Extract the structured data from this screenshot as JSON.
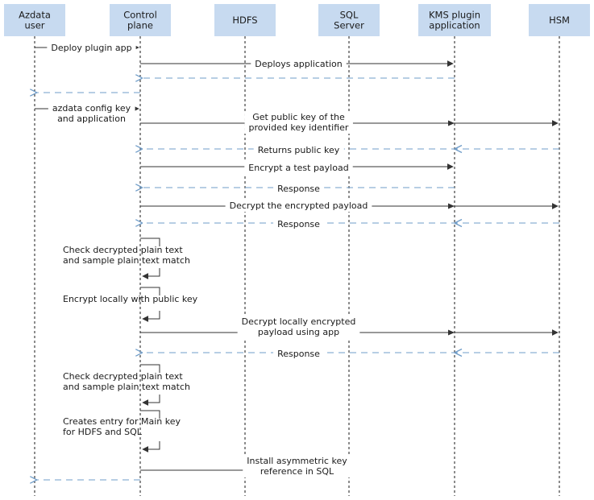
{
  "participants": [
    {
      "id": "user",
      "label": [
        "Azdata",
        "user"
      ]
    },
    {
      "id": "cp",
      "label": [
        "Control",
        "plane"
      ]
    },
    {
      "id": "hdfs",
      "label": [
        "HDFS"
      ]
    },
    {
      "id": "sql",
      "label": [
        "SQL",
        "Server"
      ]
    },
    {
      "id": "kms",
      "label": [
        "KMS plugin",
        "application"
      ]
    },
    {
      "id": "hsm",
      "label": [
        "HSM"
      ]
    }
  ],
  "messages": [
    {
      "from": "user",
      "to": "cp",
      "style": "call",
      "label": [
        "Deploy plugin app"
      ]
    },
    {
      "from": "cp",
      "to": "kms",
      "style": "call",
      "label": [
        "Deploys application"
      ]
    },
    {
      "from": "kms",
      "to": "cp",
      "style": "response",
      "label": []
    },
    {
      "from": "cp",
      "to": "user",
      "style": "response",
      "label": []
    },
    {
      "from": "user",
      "to": "cp",
      "style": "call",
      "label": [
        "azdata config key",
        "and application"
      ]
    },
    {
      "from": "cp",
      "to": "hsm",
      "style": "call",
      "label": [
        "Get public key of the",
        "provided key identifier"
      ]
    },
    {
      "from": "hsm",
      "to": "cp",
      "style": "response",
      "label": [
        "Returns public key"
      ]
    },
    {
      "from": "cp",
      "to": "kms",
      "style": "call",
      "label": [
        "Encrypt a test payload"
      ]
    },
    {
      "from": "kms",
      "to": "cp",
      "style": "response",
      "label": [
        "Response"
      ]
    },
    {
      "from": "cp",
      "to": "hsm",
      "style": "call",
      "label": [
        "Decrypt the encrypted payload"
      ]
    },
    {
      "from": "hsm",
      "to": "cp",
      "style": "response",
      "label": [
        "Response"
      ]
    },
    {
      "from": "cp",
      "to": "cp",
      "style": "self",
      "label": [
        "Check decrypted plain text",
        "and sample plain text match"
      ]
    },
    {
      "from": "cp",
      "to": "cp",
      "style": "self",
      "label": [
        "Encrypt locally with public key"
      ]
    },
    {
      "from": "cp",
      "to": "hsm",
      "style": "call",
      "label": [
        "Decrypt locally encrypted",
        "payload using app"
      ]
    },
    {
      "from": "hsm",
      "to": "cp",
      "style": "response",
      "label": [
        "Response"
      ]
    },
    {
      "from": "cp",
      "to": "cp",
      "style": "self",
      "label": [
        "Check decrypted plain text",
        "and sample plain text match"
      ]
    },
    {
      "from": "cp",
      "to": "cp",
      "style": "self",
      "label": [
        "Creates entry for Main key",
        "for HDFS and SQL"
      ]
    },
    {
      "from": "cp",
      "to": "sql",
      "style": "call",
      "label": [
        "Install asymmetric key",
        "reference in SQL"
      ]
    },
    {
      "from": "cp",
      "to": "user",
      "style": "response",
      "label": []
    }
  ],
  "colors": {
    "header_fill": "#c7daf0",
    "call_line": "#333333",
    "response_line": "#6f9cc8",
    "text": "#1a1a1a"
  }
}
